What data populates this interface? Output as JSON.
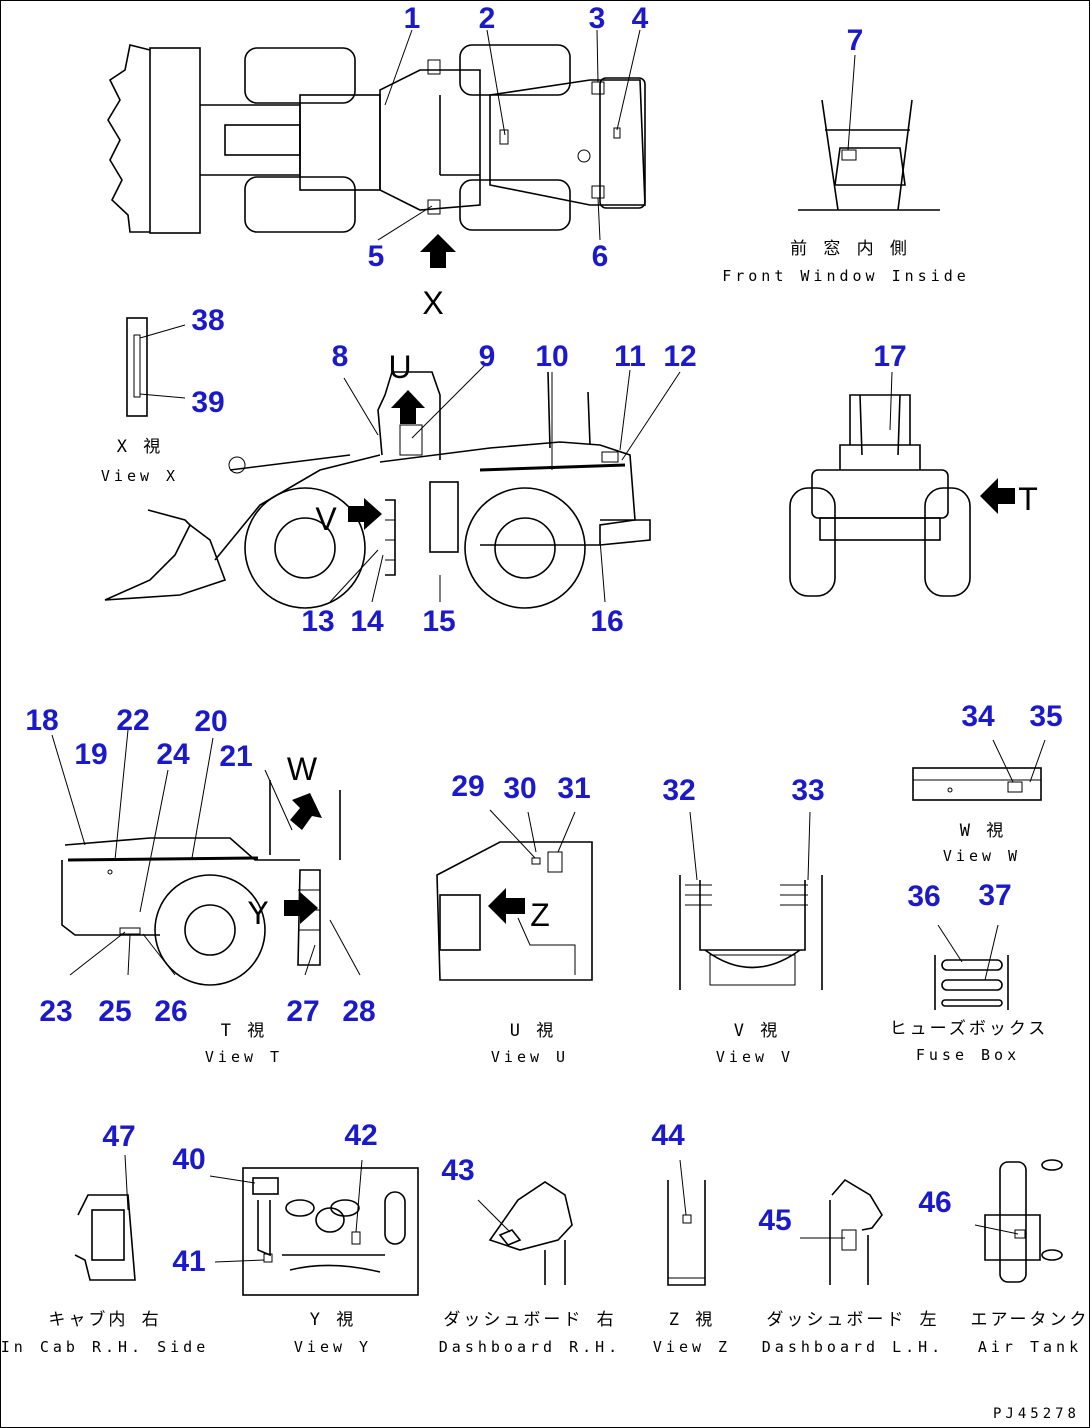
{
  "callouts": {
    "n1": "1",
    "n2": "2",
    "n3": "3",
    "n4": "4",
    "n5": "5",
    "n6": "6",
    "n7": "7",
    "n8": "8",
    "n9": "9",
    "n10": "10",
    "n11": "11",
    "n12": "12",
    "n13": "13",
    "n14": "14",
    "n15": "15",
    "n16": "16",
    "n17": "17",
    "n18": "18",
    "n19": "19",
    "n20": "20",
    "n21": "21",
    "n22": "22",
    "n23": "23",
    "n24": "24",
    "n25": "25",
    "n26": "26",
    "n27": "27",
    "n28": "28",
    "n29": "29",
    "n30": "30",
    "n31": "31",
    "n32": "32",
    "n33": "33",
    "n34": "34",
    "n35": "35",
    "n36": "36",
    "n37": "37",
    "n38": "38",
    "n39": "39",
    "n40": "40",
    "n41": "41",
    "n42": "42",
    "n43": "43",
    "n44": "44",
    "n45": "45",
    "n46": "46",
    "n47": "47"
  },
  "view_letters": {
    "x": "X",
    "u": "U",
    "v": "V",
    "t": "T",
    "w": "W",
    "y": "Y",
    "z": "Z"
  },
  "captions": {
    "front_window_jp": "前 窓 内 側",
    "front_window_en": "Front Window Inside",
    "view_x_jp": "X 視",
    "view_x_en": "View X",
    "view_t_jp": "T 視",
    "view_t_en": "View T",
    "view_u_jp": "U 視",
    "view_u_en": "View U",
    "view_v_jp": "V 視",
    "view_v_en": "View V",
    "view_w_jp": "W 視",
    "view_w_en": "View W",
    "fuse_box_jp": "ヒューズボックス",
    "fuse_box_en": "Fuse Box",
    "cab_rh_jp": "キャブ内 右",
    "cab_rh_en": "In Cab R.H. Side",
    "view_y_jp": "Y 視",
    "view_y_en": "View Y",
    "dash_rh_jp": "ダッシュボード 右",
    "dash_rh_en": "Dashboard R.H.",
    "view_z_jp": "Z 視",
    "view_z_en": "View Z",
    "dash_lh_jp": "ダッシュボード 左",
    "dash_lh_en": "Dashboard L.H.",
    "air_tank_jp": "エアータンク",
    "air_tank_en": "Air Tank"
  },
  "drawing_code": "PJ45278",
  "colors": {
    "callout": "#1a1acc",
    "line": "#000000",
    "background": "#ffffff"
  }
}
